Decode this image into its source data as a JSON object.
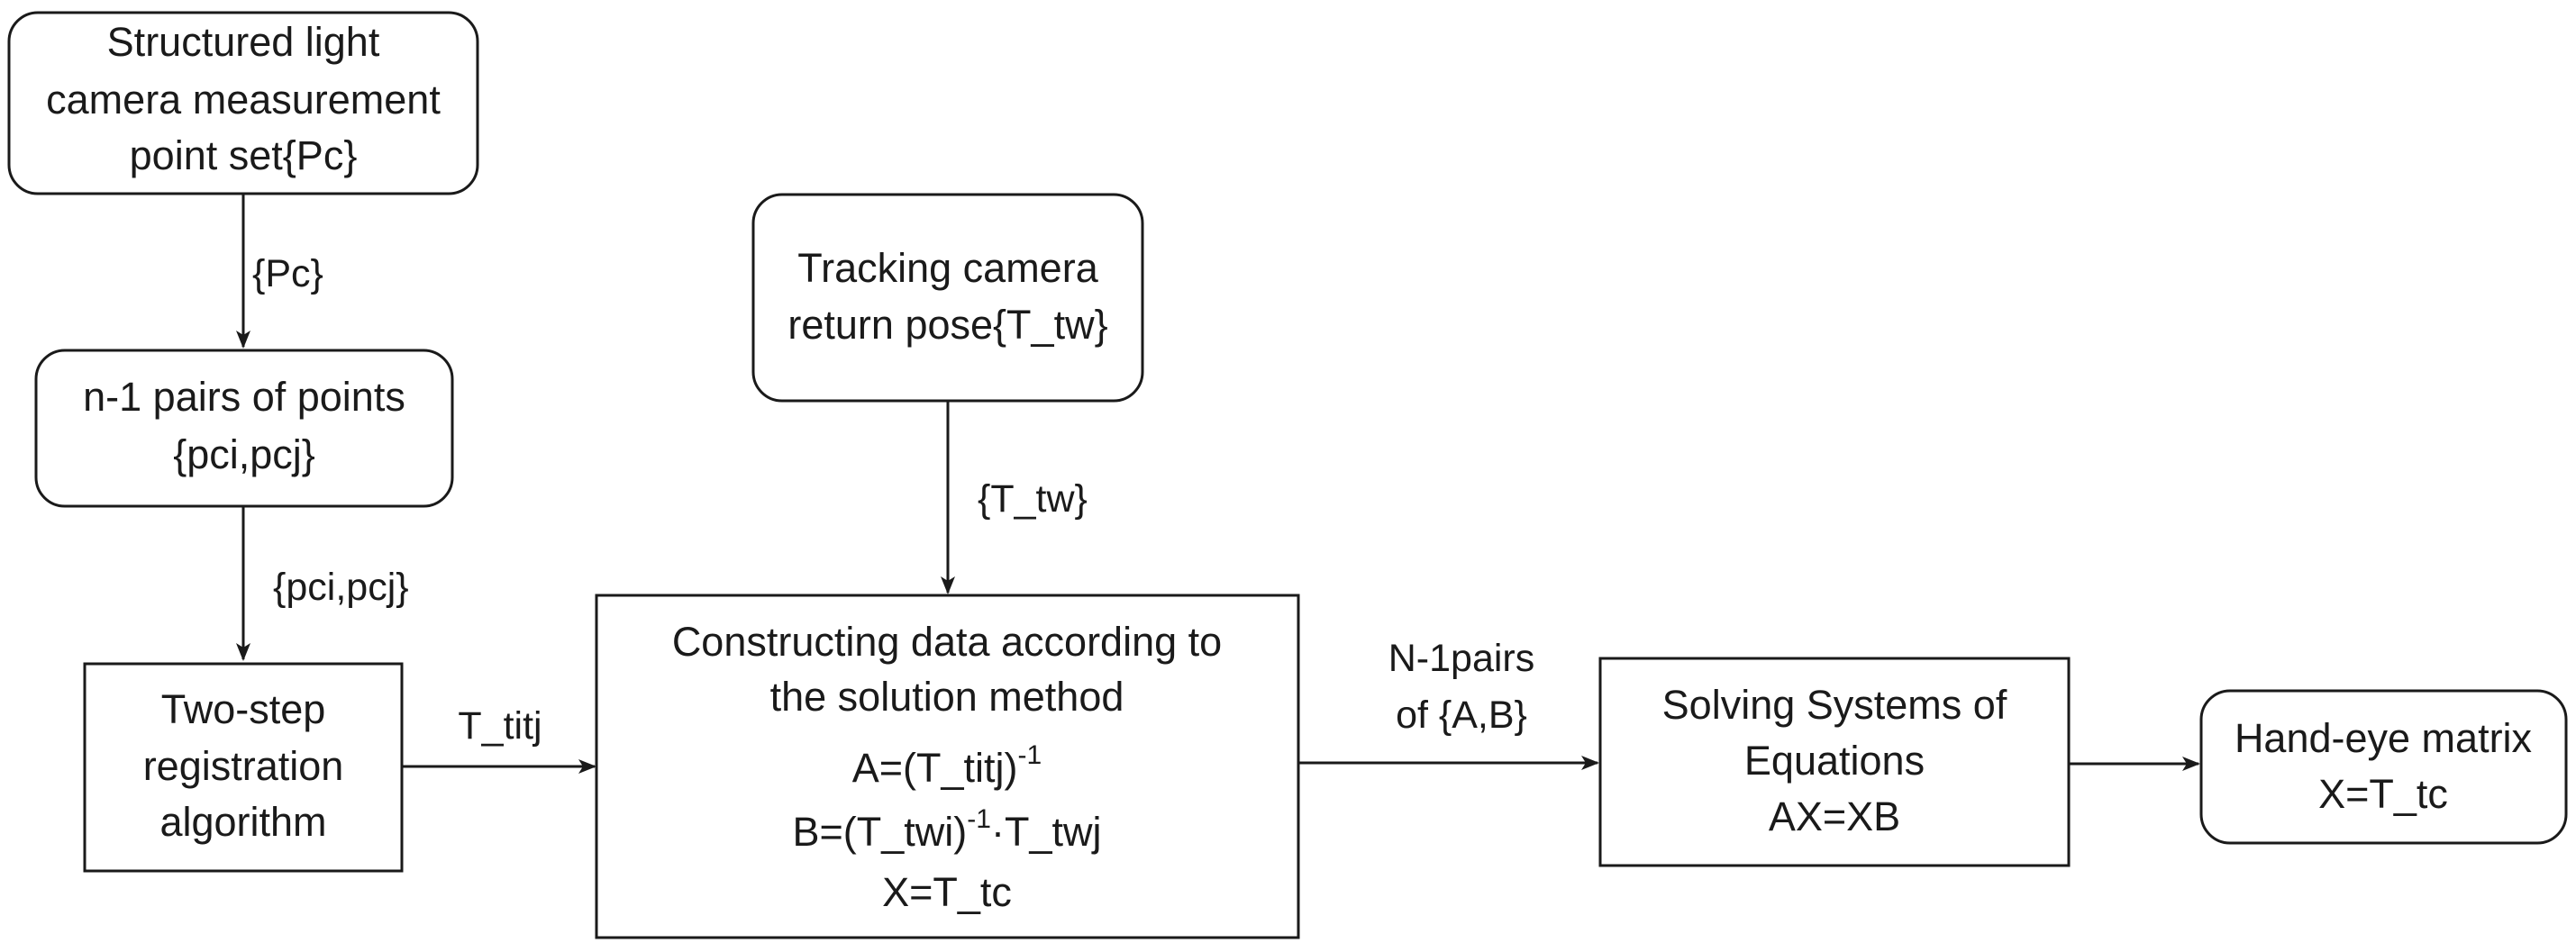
{
  "nodes": {
    "structured_light": {
      "lines": [
        "Structured light",
        "camera measurement",
        "point set{Pc}"
      ]
    },
    "point_pairs": {
      "lines": [
        "n-1 pairs of points",
        "{pci,pcj}"
      ]
    },
    "two_step": {
      "lines": [
        "Two-step",
        "registration",
        "algorithm"
      ]
    },
    "tracking_camera": {
      "lines": [
        "Tracking camera",
        "return pose{T_tw}"
      ]
    },
    "constructing": {
      "line1": "Constructing data according to",
      "line2": "the solution method",
      "eqA_left": "A=(T_titj)",
      "eqA_sup": "-1",
      "eqB_left": "B=(T_twi)",
      "eqB_sup": "-1",
      "eqB_right": "·T_twj",
      "eqX": "X=T_tc"
    },
    "solving": {
      "lines": [
        "Solving Systems of",
        "Equations",
        "AX=XB"
      ]
    },
    "hand_eye": {
      "lines": [
        "Hand-eye matrix",
        "X=T_tc"
      ]
    }
  },
  "edges": {
    "pc_label": "{Pc}",
    "pci_label": "{pci,pcj}",
    "ttw_label": "{T_tw}",
    "titj_label": "T_titj",
    "ab_label_line1": "N-1pairs",
    "ab_label_line2": "of {A,B}"
  }
}
